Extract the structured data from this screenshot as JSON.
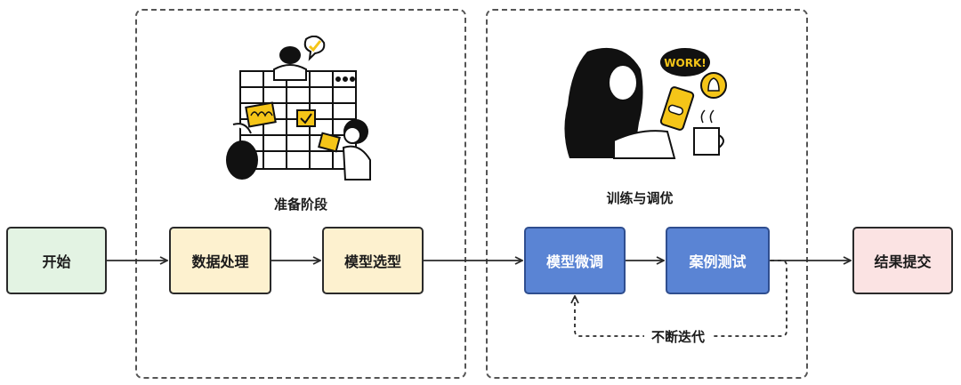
{
  "regions": {
    "prep_title": "准备阶段",
    "train_title": "训练与调优"
  },
  "nodes": {
    "start": "开始",
    "data_processing": "数据处理",
    "model_selection": "模型选型",
    "model_finetune": "模型微调",
    "case_test": "案例测试",
    "result_submit": "结果提交"
  },
  "edges": {
    "loop_label": "不断迭代"
  },
  "illustrations": {
    "work_bubble": "WORK!"
  },
  "colors": {
    "start_fill": "#e3f3e3",
    "prep_fill": "#fdf1cf",
    "train_fill": "#5a84d4",
    "result_fill": "#fbe3e3",
    "accent_yellow": "#f5c518"
  }
}
